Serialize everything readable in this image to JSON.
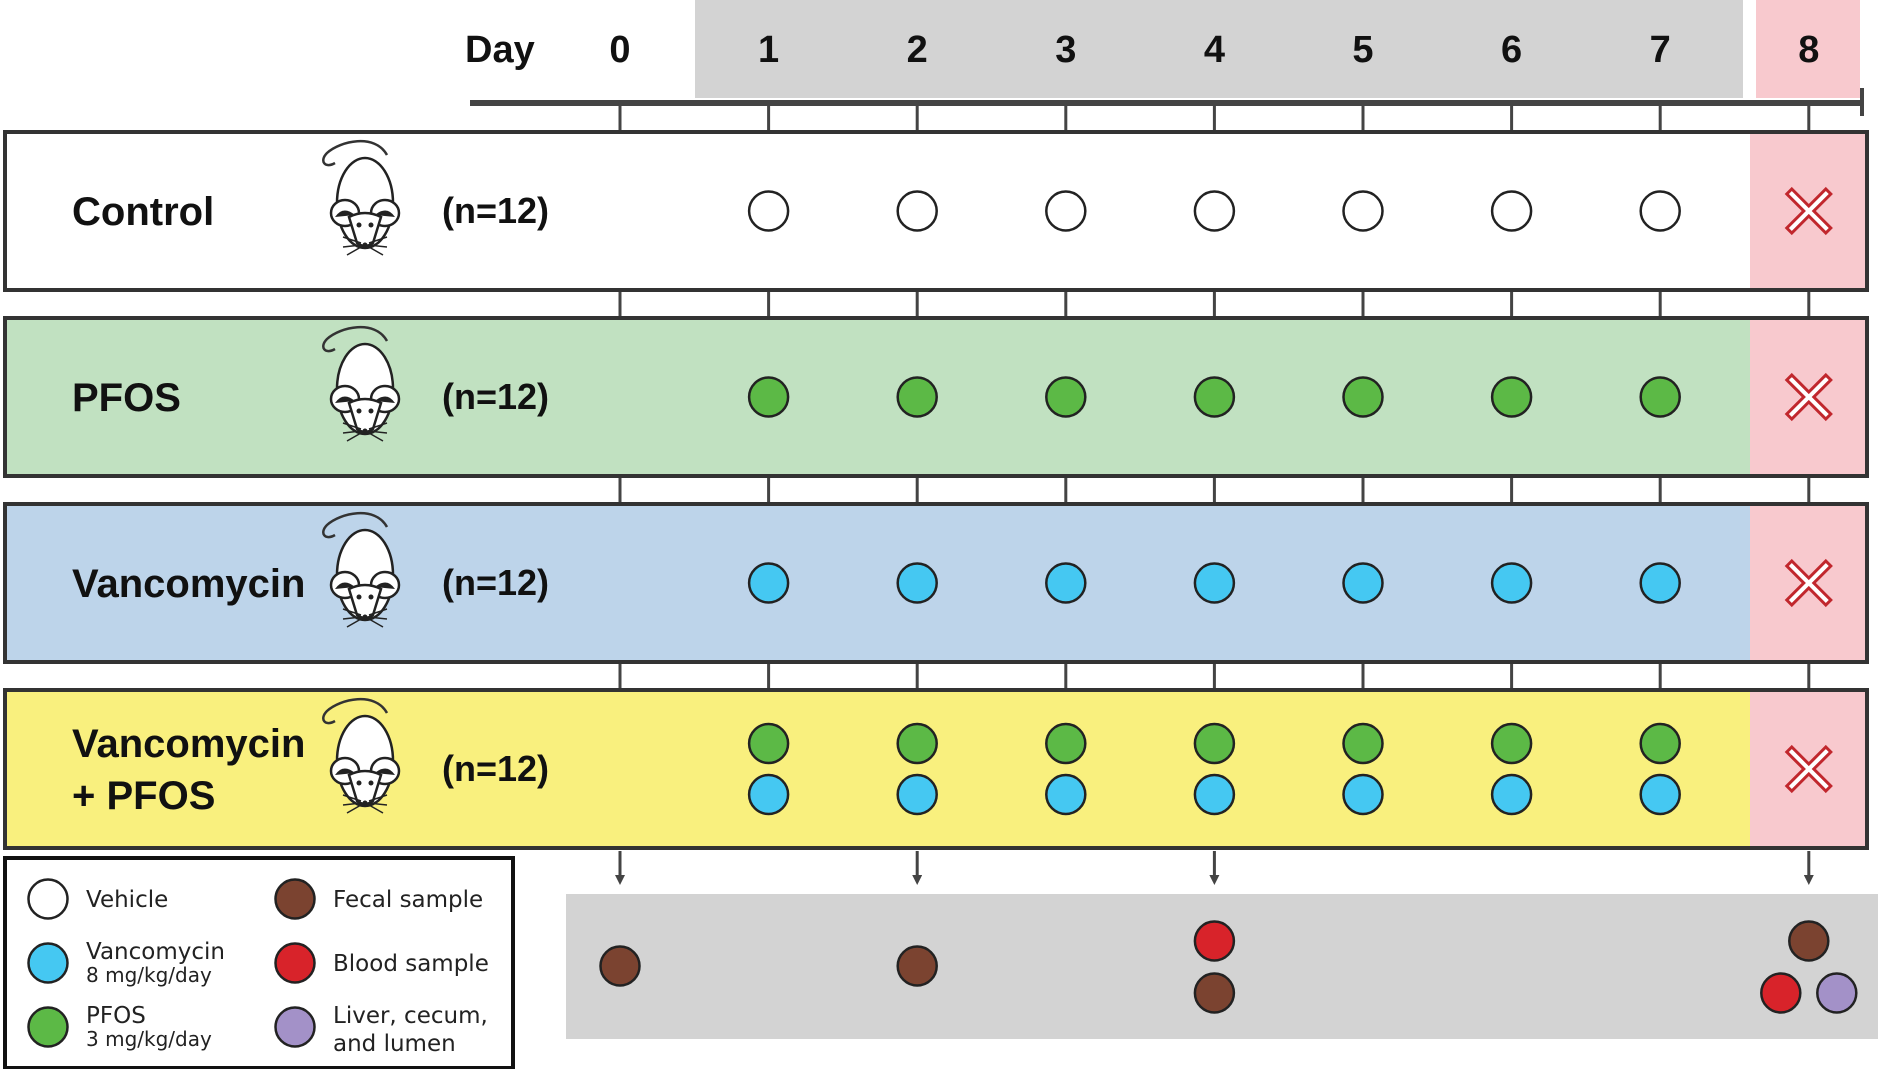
{
  "timeline": {
    "day_heading": "Day",
    "days": [
      "0",
      "1",
      "2",
      "3",
      "4",
      "5",
      "6",
      "7",
      "8"
    ]
  },
  "groups": [
    {
      "label_lines": [
        "Control"
      ],
      "n": "(n=12)",
      "color": "#ffffff",
      "dosing": [
        "vehicle"
      ]
    },
    {
      "label_lines": [
        "PFOS"
      ],
      "n": "(n=12)",
      "color": "#c1e1c1",
      "dosing": [
        "pfos"
      ]
    },
    {
      "label_lines": [
        "Vancomycin"
      ],
      "n": "(n=12)",
      "color": "#bdd4ea",
      "dosing": [
        "vancomycin"
      ]
    },
    {
      "label_lines": [
        "Vancomycin",
        "+ PFOS"
      ],
      "n": "(n=12)",
      "color": "#f9f07e",
      "dosing": [
        "pfos",
        "vancomycin"
      ]
    }
  ],
  "marker_colors": {
    "vehicle": "#ffffff",
    "vancomycin": "#45c8f2",
    "pfos": "#5cb946",
    "fecal": "#7b4330",
    "blood": "#d8232a",
    "tissue": "#a391c8",
    "treatment_band": "#d3d3d3",
    "endpoint_band": "#f8c9ce",
    "endpoint_cross": "#c1272d",
    "sampling_band": "#d3d3d3"
  },
  "sampling": [
    {
      "day": "0",
      "samples": [
        "fecal"
      ]
    },
    {
      "day": "2",
      "samples": [
        "fecal"
      ]
    },
    {
      "day": "4",
      "samples": [
        "blood",
        "fecal"
      ]
    },
    {
      "day": "8",
      "samples": [
        "fecal",
        "blood",
        "tissue"
      ]
    }
  ],
  "legend": {
    "items": [
      {
        "key": "vehicle",
        "lines": [
          "Vehicle"
        ]
      },
      {
        "key": "vancomycin",
        "lines": [
          "Vancomycin",
          "8 mg/kg/day"
        ]
      },
      {
        "key": "pfos",
        "lines": [
          "PFOS",
          "3 mg/kg/day"
        ]
      },
      {
        "key": "fecal",
        "lines": [
          "Fecal sample"
        ]
      },
      {
        "key": "blood",
        "lines": [
          "Blood sample"
        ]
      },
      {
        "key": "tissue",
        "lines": [
          "Liver, cecum,",
          "and lumen"
        ]
      }
    ]
  }
}
